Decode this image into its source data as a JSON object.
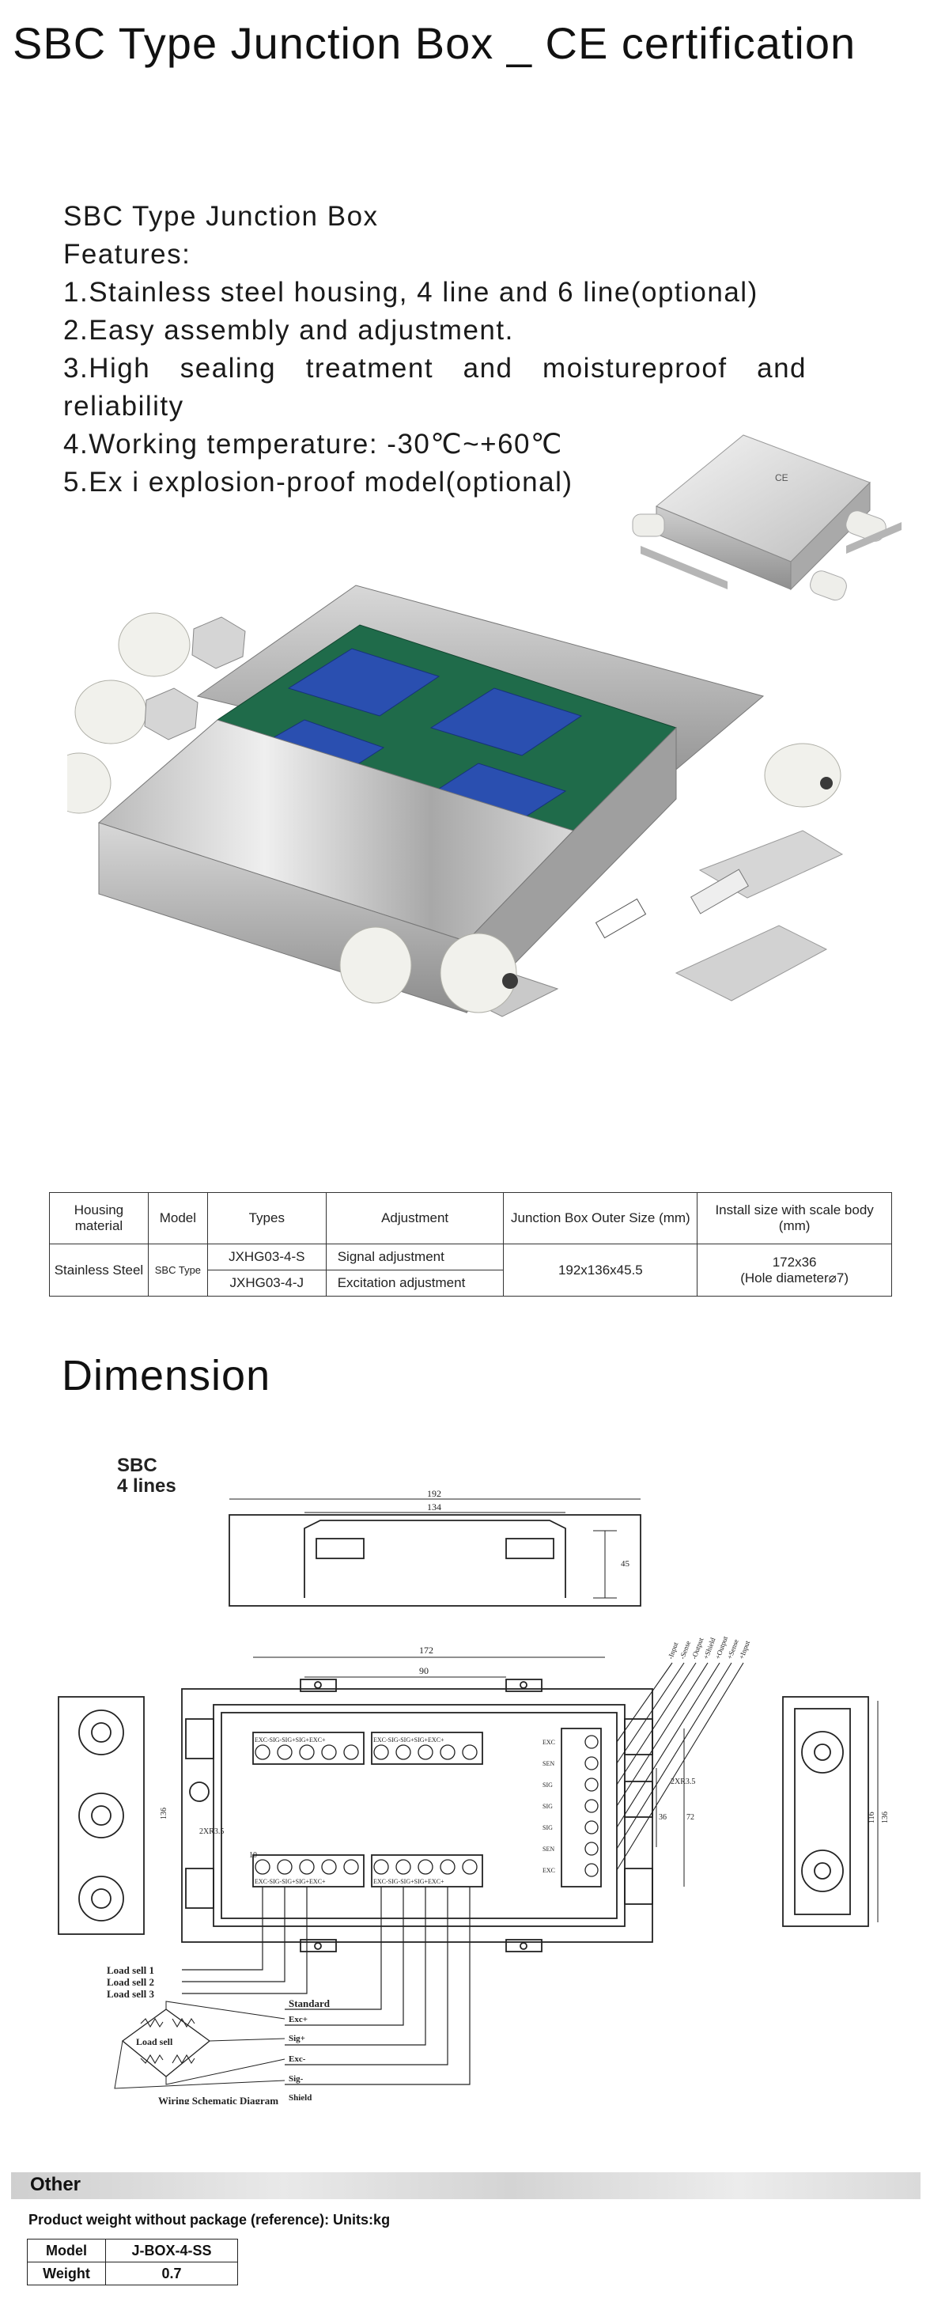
{
  "header": {
    "title": "SBC Type  Junction Box _ CE certification"
  },
  "features": {
    "product_name": "SBC Type Junction Box",
    "heading": "Features:",
    "items": [
      "1.Stainless steel housing, 4 line and 6 line(optional)",
      "2.Easy assembly and adjustment.",
      "3.High sealing treatment and moistureproof and",
      "reliability",
      "4.Working temperature: -30℃~+60℃",
      "5.Ex i explosion-proof model(optional)"
    ]
  },
  "spec_table": {
    "headers": [
      "Housing material",
      "Model",
      "Types",
      "Adjustment",
      "Junction Box Outer Size (mm)",
      "Install size with scale body (mm)"
    ],
    "material": "Stainless Steel",
    "model": "SBC Type",
    "rows": [
      {
        "type": "JXHG03-4-S",
        "adjustment": "Signal adjustment"
      },
      {
        "type": "JXHG03-4-J",
        "adjustment": "Excitation adjustment"
      }
    ],
    "outer_size": "192x136x45.5",
    "install_size": "172x36",
    "install_note": "(Hole diameter⌀7)"
  },
  "dimension": {
    "heading": "Dimension",
    "model_label": "SBC",
    "lines_label": "4 lines",
    "dims": {
      "d192": "192",
      "d134": "134",
      "d45": "45",
      "d172": "172",
      "d90": "90",
      "d136": "136",
      "d116": "116",
      "d10": "10",
      "d36": "36",
      "d72": "72",
      "d2x": "2XR3.5",
      "d2x_b": "2XR3.5"
    },
    "terminal_top_1": "EXC-SIG-SIG+SIG+EXC+",
    "terminal_top_2": "EXC-SIG-SIG+SIG+EXC+",
    "terminal_bot_1": "EXC-SIG-SIG+SIG+EXC+",
    "terminal_bot_2": "EXC-SIG-SIG+SIG+EXC+",
    "right_terminals": [
      "EXC",
      "SEN",
      "SIG",
      "SIG",
      "SIG",
      "SEN",
      "EXC"
    ],
    "output_labels": [
      "-Input",
      "-Sense",
      "-Output",
      "+Shield",
      "+Output",
      "+Sense",
      "+Input"
    ],
    "load_cells": [
      "Load sell 1",
      "Load sell 2",
      "Load sell 3"
    ],
    "standard_label": "Standard",
    "wire_labels": [
      "Exc+",
      "Sig+",
      "Exc-",
      "Sig-",
      "Shield"
    ],
    "load_cell_label": "Load sell",
    "caption": "Wiring Schematic Diagram"
  },
  "other": {
    "title": "Other",
    "note": "Product weight without package (reference):   Units:kg",
    "rows": [
      {
        "label": "Model",
        "value": "J-BOX-4-SS"
      },
      {
        "label": "Weight",
        "value": "0.7"
      }
    ]
  }
}
